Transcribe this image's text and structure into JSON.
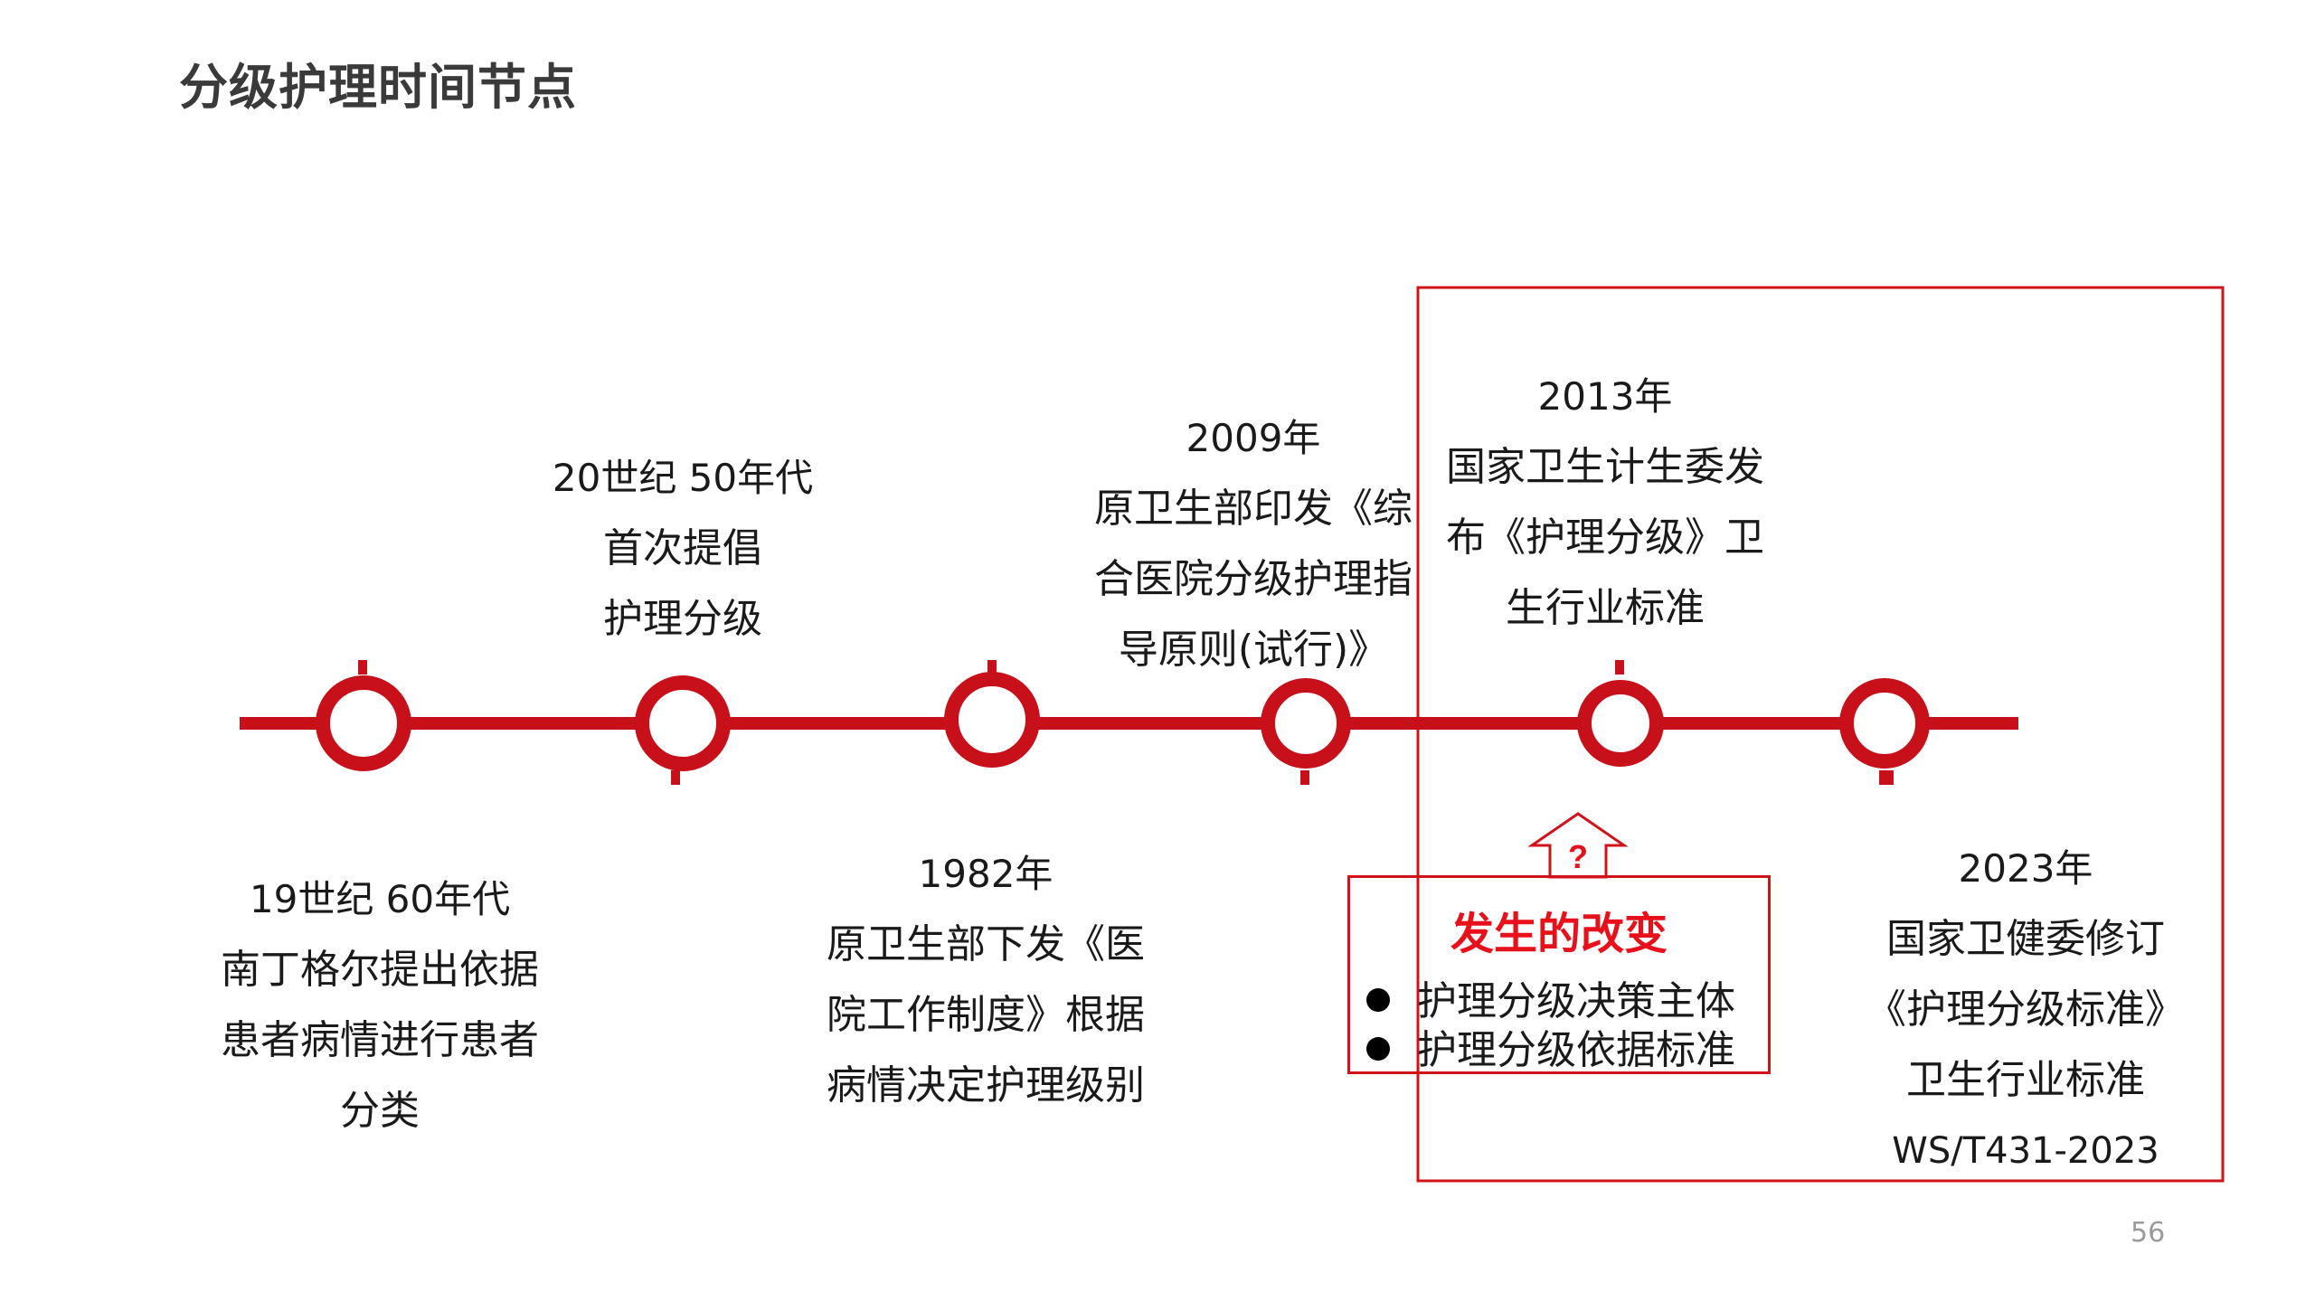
{
  "slide": {
    "title": "分级护理时间节点",
    "page_number": "56"
  },
  "colors": {
    "accent_red": "#c8101a",
    "box_red": "#d0121b",
    "highlight_red": "#e8101a",
    "text": "#1a1a1a"
  },
  "events": [
    {
      "id": "e1",
      "year": "19世纪  60年代",
      "lines": [
        "南丁格尔提出依据",
        "患者病情进行患者",
        "分类"
      ]
    },
    {
      "id": "e2",
      "year": "20世纪  50年代",
      "lines": [
        "首次提倡",
        "护理分级"
      ]
    },
    {
      "id": "e3",
      "year": "1982年",
      "lines": [
        "原卫生部下发《医",
        "院工作制度》根据",
        "病情决定护理级别"
      ]
    },
    {
      "id": "e4",
      "year": "2009年",
      "lines": [
        "原卫生部印发《综",
        "合医院分级护理指",
        "导原则(试行)》"
      ]
    },
    {
      "id": "e5",
      "year": "2013年",
      "lines": [
        "国家卫生计生委发",
        "布《护理分级》卫",
        "生行业标准"
      ]
    },
    {
      "id": "e6",
      "year": "2023年",
      "lines": [
        "国家卫健委修订",
        "《护理分级标准》",
        "卫生行业标准"
      ],
      "code": "WS/T431-2023"
    }
  ],
  "change_box": {
    "arrow_label": "?",
    "title": "发生的改变",
    "items": [
      "护理分级决策主体",
      "护理分级依据标准"
    ]
  }
}
